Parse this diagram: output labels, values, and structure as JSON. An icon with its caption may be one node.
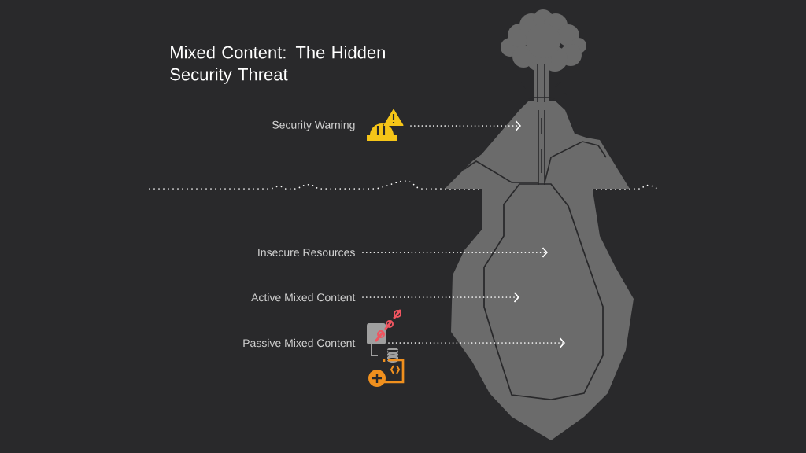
{
  "diagram": {
    "title": "Mixed Content: The Hidden Security Threat",
    "nodes": [
      {
        "text": [
          "Security Warning"
        ]
      },
      {
        "text": [
          "Insecure Resources"
        ]
      },
      {
        "text": [
          "Active Mixed Content"
        ]
      },
      {
        "text": [
          "Passive Mixed Content"
        ]
      }
    ],
    "edges": [
      {
        "from": 0,
        "to": null,
        "arrow": "to"
      },
      {
        "from": 1,
        "to": null,
        "arrow": "to"
      },
      {
        "from": 2,
        "to": null,
        "arrow": "to"
      },
      {
        "from": 3,
        "to": null,
        "arrow": "to"
      }
    ]
  }
}
